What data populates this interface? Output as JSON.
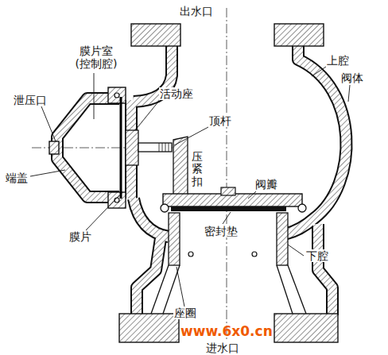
{
  "diagram": {
    "labels": [
      "出水口",
      "膜片室 (控制腔)",
      "泄压口",
      "活动座",
      "顶杆",
      "压紧扣",
      "上腔",
      "阀体",
      "阀瓣",
      "密封垫",
      "下腔",
      "端盖",
      "膜片",
      "座圈",
      "进水口",
      "www.6x0.cn"
    ]
  }
}
